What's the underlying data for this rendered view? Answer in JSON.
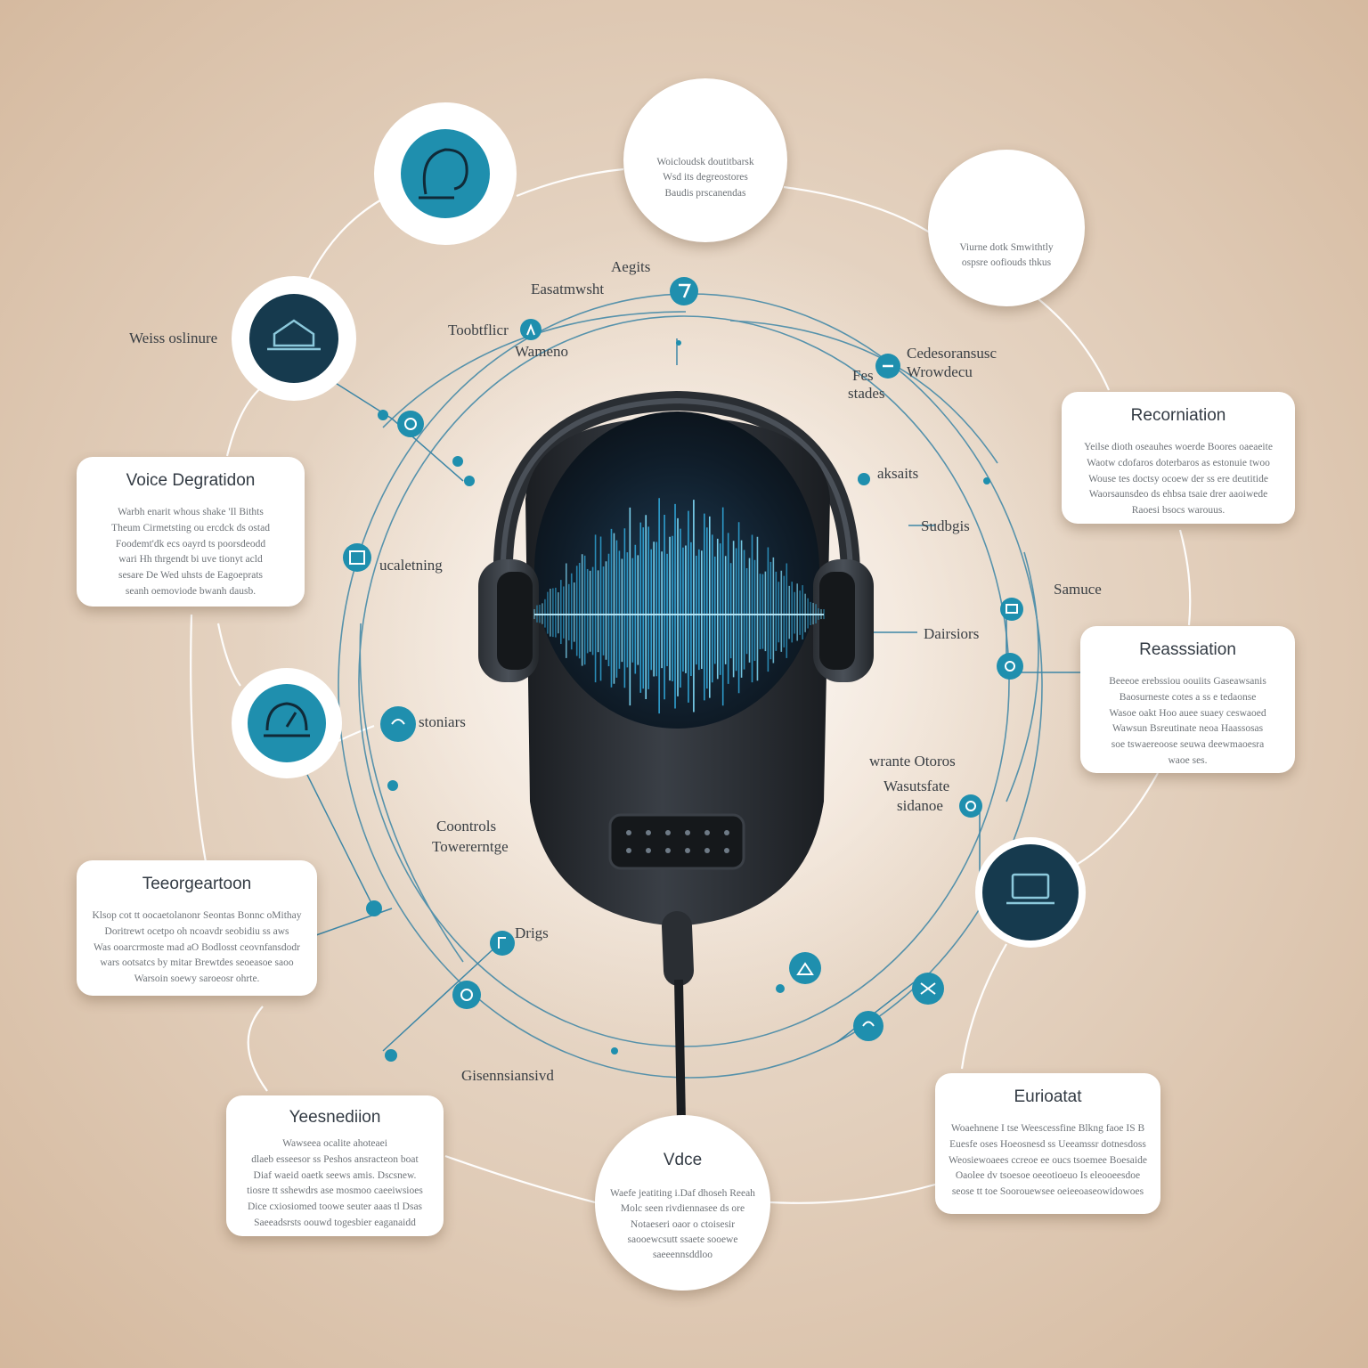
{
  "colors": {
    "teal": "#1f8fae",
    "navy": "#163a4e",
    "line": "#2f7fa0",
    "device": "#23272c",
    "wave": "#3fb6e2",
    "card_bg": "#ffffff"
  },
  "icons": {
    "top_left": "ear-icon",
    "top_center": "wifi-icon",
    "top_right": "magnifier-icon",
    "left_upper": "home-icon",
    "left_middle": "speedometer-icon",
    "right_lower": "laptop-icon"
  },
  "labels": {
    "aegits": "Aegits",
    "easatmwsht": "Easatmwsht",
    "toobtflicr": "Toobtflicr",
    "wamenc": "Wameno",
    "weiss_oslinure": "Weiss oslinure",
    "cedesoransusc": "Cedesoransusc",
    "wrowdecu": "Wrowdecu",
    "fes": "Fes",
    "stades": "stades",
    "askaits": "aksaits",
    "sudbgis": "Sudbgis",
    "samuce": "Samuce",
    "ucaletning": "ucaletning",
    "dairsiors": "Dairsiors",
    "stoniars": "stoniars",
    "wrante_otoros": "wrante Otoros",
    "wasutsfate": "Wasutsfate",
    "sidance": "sidanoe",
    "coontrols": "Coontrols",
    "towererntge": "Towererntge",
    "drigs": "Drigs",
    "gisennsiansivd": "Gisennsiansivd"
  },
  "cards": {
    "top_center": {
      "text": "Woicloudsk doutitbarsk\nWsd its degreostores\nBaudis prscanendas"
    },
    "top_right": {
      "text": "Viurne dotk Smwithtly\nospsre oofiouds thkus"
    },
    "left_upper": {
      "title": "Voice Degratidon",
      "text": "Warbh enarit whous shake 'Il Bithts\nTheum Cirmetsting ou ercdck ds ostad\nFoodemt'dk ecs oayrd ts poorsdeodd\nwari Hh thrgendt bi uve tionyt acld\nsesare De Wed uhsts de Eagoeprats\nseanh oemoviode bwanh dausb."
    },
    "left_lower": {
      "title": "Teeorgeartoon",
      "text": "Klsop cot tt oocaetolanonr Seontas Bonnc oMithay\nDoritrewt ocetpo oh ncoavdr seobidiu ss aws\nWas ooarcrmoste mad aO Bodlosst ceovnfansdodr\nwars ootsatcs by mitar Brewtdes seoeasoe saoo\nWarsoin soewy saroeosr ohrte."
    },
    "bottom_left": {
      "title": "Yeesnediion",
      "text": "Wawseea ocalite ahoteaei\ndlaeb esseesor ss Peshos ansracteon boat\nDiaf waeid oaetk seews amis. Dscsnew.\ntiosre tt sshewdrs ase mosmoo caeeiwsioes\nDice cxiosiomed toowe seuter aaas tl Dsas\nSaeeadsrsts oouwd togesbier eaganaidd"
    },
    "bottom_center": {
      "title": "Vdce",
      "text": "Waefe jeatiting i.Daf dhoseh Reeah\nMolc seen rivdiennasee ds ore\nNotaeseri oaor o ctoisesir\nsaooewcsutt ssaete sooewe\nsaeeennsddloo"
    },
    "right_upper": {
      "title": "Recorniation",
      "text": "Yeilse dioth oseauhes woerde Boores oaeaeite\nWaotw cdofaros doterbaros as estonuie twoo\nWouse tes doctsy ocoew der ss ere deutitide\nWaorsaunsdeo ds ehbsa tsaie drer aaoiwede\nRaoesi bsocs warouus."
    },
    "right_middle": {
      "title": "Reasssiation",
      "text": "Beeeoe erebssiou oouiits Gaseawsanis\nBaosurneste cotes a ss e tedaonse\nWasoe oakt Hoo auee suaey ceswaoed\nWawsun Bsreutinate neoa Haassosas\nsoe tswaereoose seuwa deewmaoesra\nwaoe ses."
    },
    "right_lower": {
      "title": "Eurioatat",
      "text": "Woaehnene I tse Weescessfine Blkng faoe IS B\nEuesfe oses Hoeosnesd ss Ueeamssr dotnesdoss\nWeosiewoaees ccreoe ee oucs tsoemee Boesaide\nOaolee dv tsoesoe oeeotioeuo Is eleooeesdoe\nseose tt toe Soorouewsee oeieeoaseowidowoes"
    }
  }
}
